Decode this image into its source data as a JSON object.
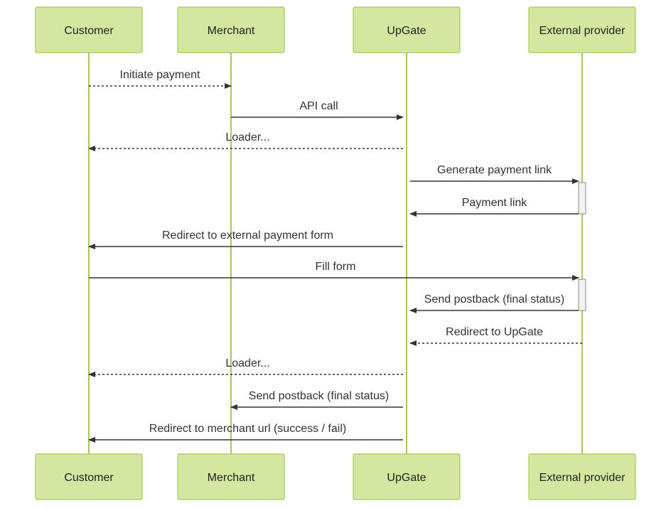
{
  "diagram": {
    "actors": [
      {
        "id": "customer",
        "label": "Customer"
      },
      {
        "id": "merchant",
        "label": "Merchant"
      },
      {
        "id": "upgate",
        "label": "UpGate"
      },
      {
        "id": "provider",
        "label": "External provider"
      }
    ],
    "messages": [
      {
        "from": "customer",
        "to": "merchant",
        "label": "Initiate payment",
        "style": "dotted"
      },
      {
        "from": "merchant",
        "to": "upgate",
        "label": "API call",
        "style": "solid"
      },
      {
        "from": "upgate",
        "to": "customer",
        "label": "Loader...",
        "style": "dotted"
      },
      {
        "from": "upgate",
        "to": "provider",
        "label": "Generate payment link",
        "style": "solid"
      },
      {
        "from": "provider",
        "to": "upgate",
        "label": "Payment link",
        "style": "solid"
      },
      {
        "from": "upgate",
        "to": "customer",
        "label": "Redirect to external payment form",
        "style": "solid"
      },
      {
        "from": "customer",
        "to": "provider",
        "label": "Fill form",
        "style": "solid"
      },
      {
        "from": "provider",
        "to": "upgate",
        "label": "Send postback (final status)",
        "style": "solid"
      },
      {
        "from": "provider",
        "to": "upgate",
        "label": "Redirect to UpGate",
        "style": "dotted"
      },
      {
        "from": "upgate",
        "to": "customer",
        "label": "Loader...",
        "style": "dotted"
      },
      {
        "from": "upgate",
        "to": "merchant",
        "label": "Send postback (final status)",
        "style": "solid"
      },
      {
        "from": "upgate",
        "to": "customer",
        "label": "Redirect to merchant url (success / fail)",
        "style": "solid"
      }
    ],
    "colors": {
      "actor_fill": "#d4e6a0",
      "actor_border": "#a8c85a",
      "lifeline": "#a8c85a",
      "arrow": "#333333"
    }
  }
}
